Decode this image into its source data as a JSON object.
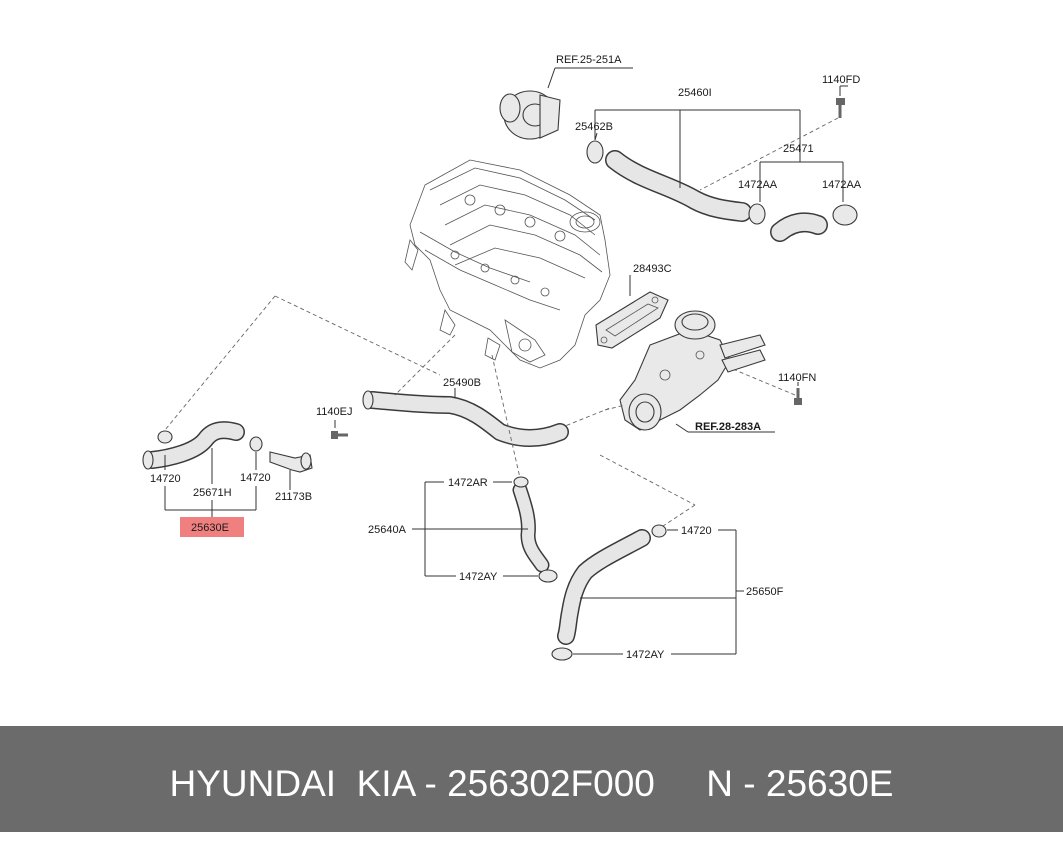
{
  "diagram": {
    "labels": {
      "ref_25_251a": "REF.25-251A",
      "p25460i": "25460I",
      "p1140fd": "1140FD",
      "p25462b": "25462B",
      "p25471": "25471",
      "p1472aa_1": "1472AA",
      "p1472aa_2": "1472AA",
      "p28493c": "28493C",
      "p1140fn": "1140FN",
      "p25490b": "25490B",
      "p1140ej": "1140EJ",
      "ref_28_283a": "REF.28-283A",
      "p14720_left": "14720",
      "p25671h": "25671H",
      "p14720_mid": "14720",
      "p21173b": "21173B",
      "p25630e": "25630E",
      "p1472ar": "1472AR",
      "p25640a": "25640A",
      "p1472ay_1": "1472AY",
      "p14720_right": "14720",
      "p25650f": "25650F",
      "p1472ay_2": "1472AY"
    },
    "highlight_color": "#f08080"
  },
  "footer": {
    "text": "HYUNDAI  KIA - 256302F000     N - 25630E"
  }
}
